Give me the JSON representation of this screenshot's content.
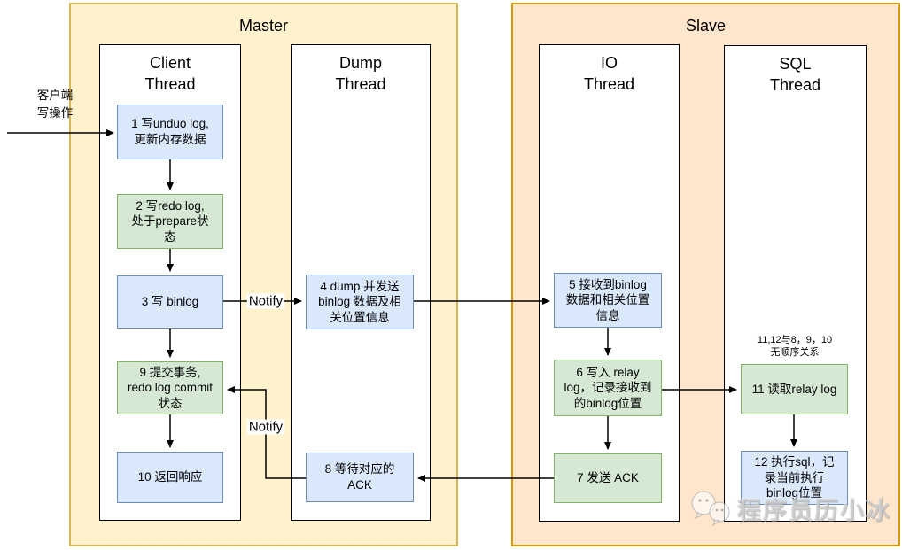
{
  "diagram_type": "mysql-master-slave-replication-flow",
  "labels": {
    "master_title": "Master",
    "slave_title": "Slave",
    "input": "客户端\n写操作",
    "notify1": "Notify",
    "notify2": "Notify",
    "annotation": "11,12与8，9，10\n无顺序关系"
  },
  "columns": {
    "client": "Client\nThread",
    "dump": "Dump\nThread",
    "io": "IO\nThread",
    "sql": "SQL\nThread"
  },
  "steps": [
    {
      "id": "1",
      "column": "client",
      "color": "blue",
      "text": "1 写unduo log,\n更新内存数据"
    },
    {
      "id": "2",
      "column": "client",
      "color": "green",
      "text": "2 写redo log,\n处于prepare状\n态"
    },
    {
      "id": "3",
      "column": "client",
      "color": "blue",
      "text": "3 写 binlog"
    },
    {
      "id": "4",
      "column": "dump",
      "color": "blue",
      "text": "4 dump 并发送\nbinlog 数据及相\n关位置信息"
    },
    {
      "id": "5",
      "column": "io",
      "color": "blue",
      "text": "5 接收到binlog\n数据和相关位置\n信息"
    },
    {
      "id": "6",
      "column": "io",
      "color": "green",
      "text": "6 写入 relay\nlog，记录接收到\n的binlog位置"
    },
    {
      "id": "7",
      "column": "io",
      "color": "green",
      "text": "7 发送 ACK"
    },
    {
      "id": "8",
      "column": "dump",
      "color": "blue",
      "text": "8 等待对应的\nACK"
    },
    {
      "id": "9",
      "column": "client",
      "color": "green",
      "text": "9 提交事务,\nredo log commit\n状态"
    },
    {
      "id": "10",
      "column": "client",
      "color": "blue",
      "text": "10 返回响应"
    },
    {
      "id": "11",
      "column": "sql",
      "color": "green",
      "text": "11 读取relay log"
    },
    {
      "id": "12",
      "column": "sql",
      "color": "blue",
      "text": "12 执行sql，记\n录当前执行\nbinlog位置"
    }
  ],
  "watermark": {
    "text": "程序员历小冰",
    "logo": "wechat-bubbles-icon"
  },
  "colors": {
    "master_fill": "#FFF2CC",
    "master_border": "#D6B656",
    "slave_fill": "#FFE6CC",
    "slave_border": "#D79B00",
    "step_blue_fill": "#DAE8FC",
    "step_blue_border": "#6C8EBF",
    "step_green_fill": "#D5E8D4",
    "step_green_border": "#82B366",
    "arrow": "#000000"
  }
}
